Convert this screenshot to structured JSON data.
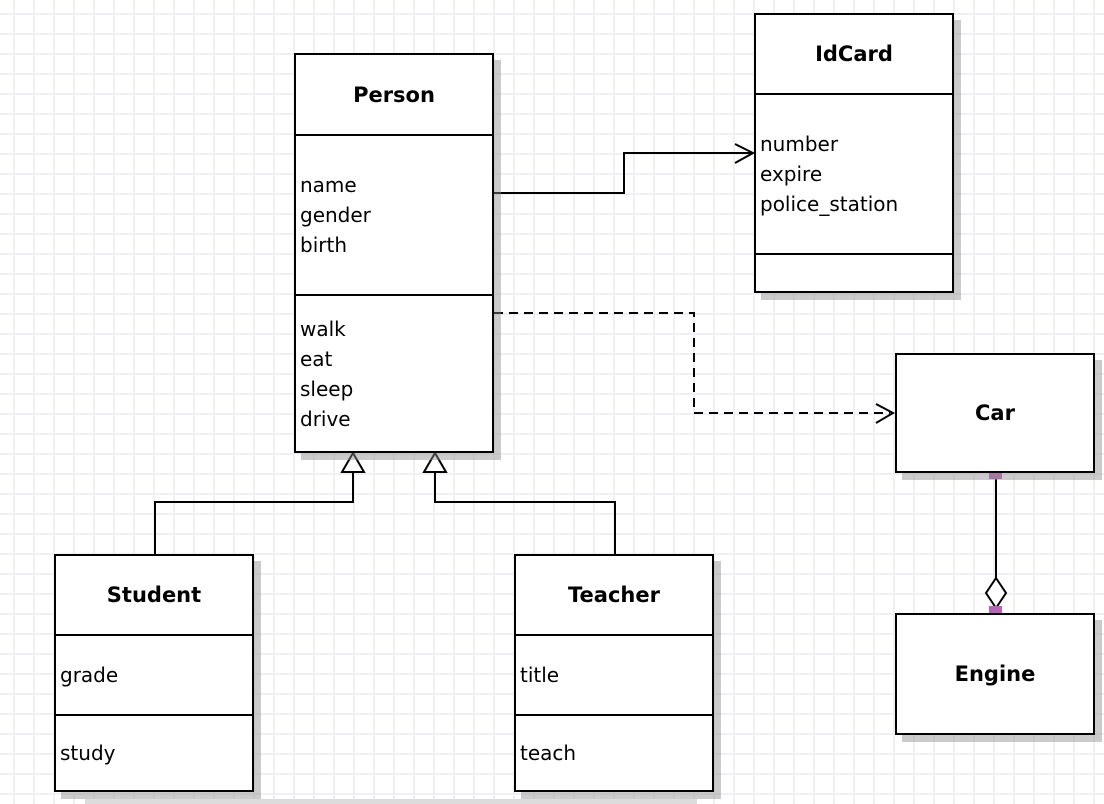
{
  "diagram_type": "uml-class-diagram",
  "classes": {
    "person": {
      "title": "Person",
      "attributes": [
        "name",
        "gender",
        "birth"
      ],
      "methods": [
        "walk",
        "eat",
        "sleep",
        "drive"
      ]
    },
    "idcard": {
      "title": "IdCard",
      "attributes": [
        "number",
        "expire",
        "police_station"
      ],
      "methods": []
    },
    "student": {
      "title": "Student",
      "attributes": [
        "grade"
      ],
      "methods": [
        "study"
      ]
    },
    "teacher": {
      "title": "Teacher",
      "attributes": [
        "title"
      ],
      "methods": [
        "teach"
      ]
    },
    "car": {
      "title": "Car"
    },
    "engine": {
      "title": "Engine"
    }
  },
  "relationships": [
    {
      "from": "Person",
      "to": "IdCard",
      "type": "association",
      "line": "solid",
      "arrow": "open"
    },
    {
      "from": "Person",
      "to": "Car",
      "type": "dependency",
      "line": "dashed",
      "arrow": "open"
    },
    {
      "from": "Student",
      "to": "Person",
      "type": "inheritance",
      "line": "solid",
      "arrow": "hollow-triangle"
    },
    {
      "from": "Teacher",
      "to": "Person",
      "type": "inheritance",
      "line": "solid",
      "arrow": "hollow-triangle"
    },
    {
      "from": "Car",
      "to": "Engine",
      "type": "aggregation",
      "line": "solid",
      "arrow": "hollow-diamond"
    }
  ],
  "colors": {
    "box_border": "#000000",
    "box_fill": "#ffffff",
    "shadow": "#c9c9c9",
    "grid_line": "#eff0f4",
    "connection_handle": "#b864b8"
  }
}
